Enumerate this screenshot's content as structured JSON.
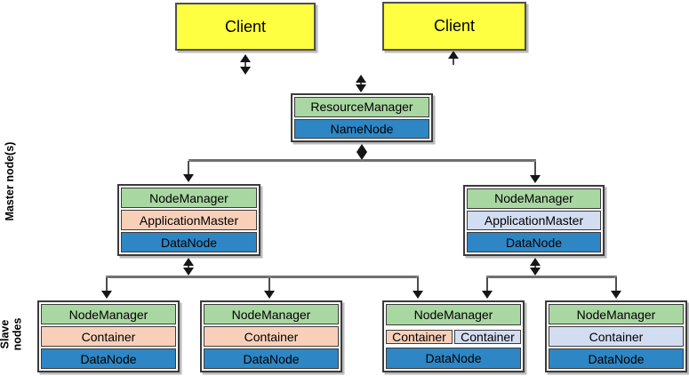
{
  "colors": {
    "yellow": "#FFFF42",
    "green": "#A9D7A2",
    "blue": "#2E86C4",
    "peach": "#F8D0BA",
    "lavender": "#D3DDF2",
    "connector": "#6F6F6F",
    "arrowc": "#161616",
    "boxborder": "#3B3B3B"
  },
  "side_labels": {
    "master": "Master node(s)",
    "slave_line1": "Slave",
    "slave_line2": "nodes"
  },
  "nodes": {
    "client1": {
      "label": "Client"
    },
    "client2": {
      "label": "Client"
    },
    "master": {
      "rows": [
        {
          "label": "ResourceManager"
        },
        {
          "label": "NameNode"
        }
      ]
    },
    "worker_left": {
      "rows": [
        {
          "label": "NodeManager"
        },
        {
          "label": "ApplicationMaster"
        },
        {
          "label": "DataNode"
        }
      ]
    },
    "worker_right": {
      "rows": [
        {
          "label": "NodeManager"
        },
        {
          "label": "ApplicationMaster"
        },
        {
          "label": "DataNode"
        }
      ]
    },
    "slave1": {
      "rows": [
        {
          "label": "NodeManager"
        },
        {
          "label": "Container"
        },
        {
          "label": "DataNode"
        }
      ]
    },
    "slave2": {
      "rows": [
        {
          "label": "NodeManager"
        },
        {
          "label": "Container"
        },
        {
          "label": "DataNode"
        }
      ]
    },
    "slave3": {
      "rows": [
        {
          "label": "NodeManager"
        },
        {
          "label": "Container"
        },
        {
          "label": "Container"
        },
        {
          "label": "DataNode"
        }
      ]
    },
    "slave4": {
      "rows": [
        {
          "label": "NodeManager"
        },
        {
          "label": "Container"
        },
        {
          "label": "DataNode"
        }
      ]
    }
  }
}
